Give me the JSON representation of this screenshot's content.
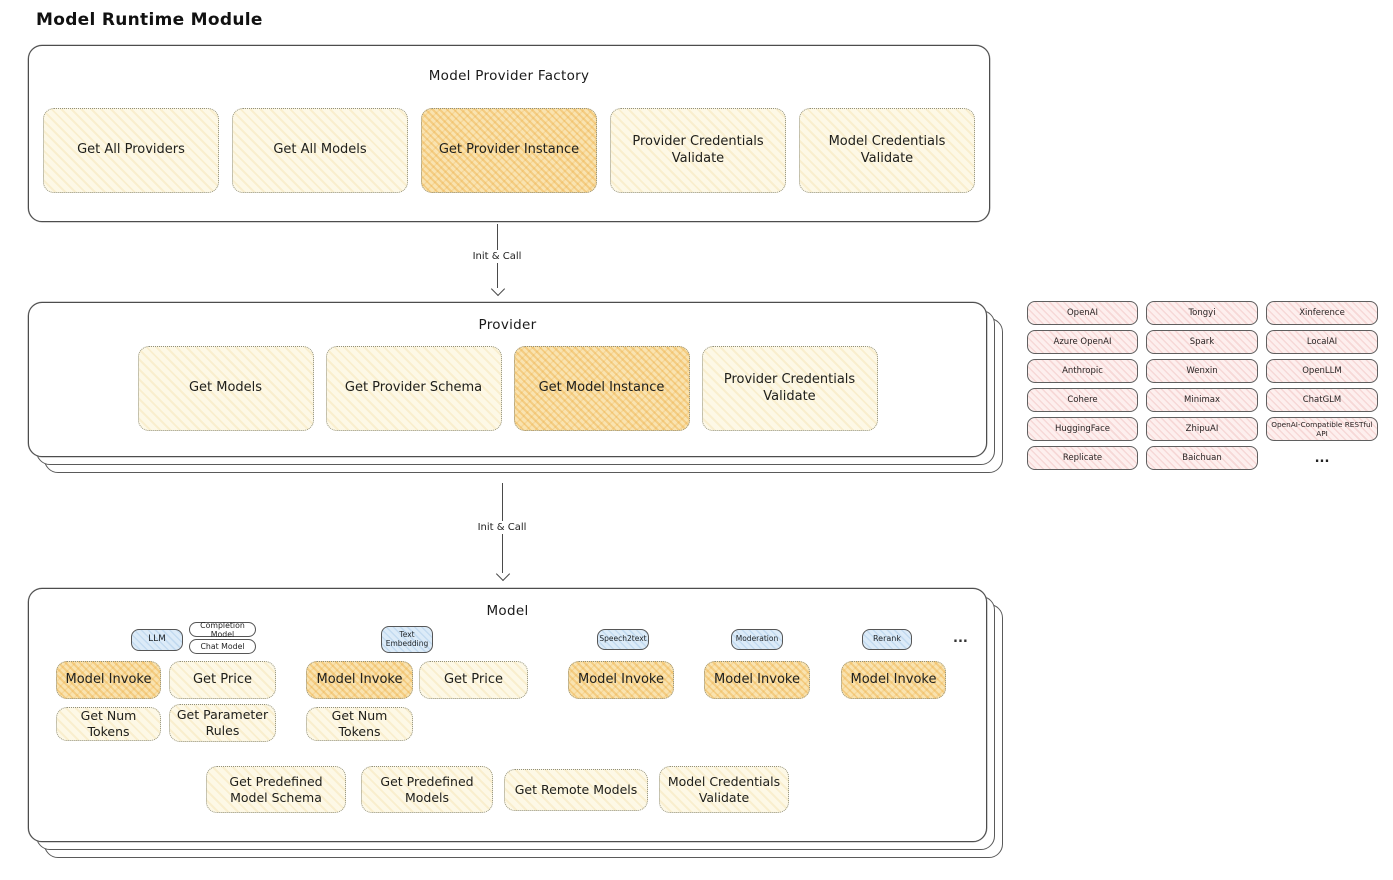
{
  "title": "Model Runtime Module",
  "arrows": {
    "init_call_1": "Init & Call",
    "init_call_2": "Init & Call"
  },
  "factory": {
    "title": "Model Provider Factory",
    "buttons": {
      "get_all_providers": "Get All Providers",
      "get_all_models": "Get All Models",
      "get_provider_instance": "Get Provider Instance",
      "provider_credentials_validate": "Provider Credentials Validate",
      "model_credentials_validate": "Model Credentials Validate"
    }
  },
  "provider": {
    "title": "Provider",
    "buttons": {
      "get_models": "Get Models",
      "get_provider_schema": "Get Provider Schema",
      "get_model_instance": "Get Model Instance",
      "provider_credentials_validate": "Provider Credentials Validate"
    }
  },
  "provider_list": [
    "OpenAI",
    "Tongyi",
    "Xinference",
    "Azure OpenAI",
    "Spark",
    "LocalAI",
    "Anthropic",
    "Wenxin",
    "OpenLLM",
    "Cohere",
    "Minimax",
    "ChatGLM",
    "HuggingFace",
    "ZhipuAI",
    "OpenAI-Compatible RESTful API",
    "Replicate",
    "Baichuan",
    "..."
  ],
  "model": {
    "title": "Model",
    "tabs": {
      "llm": "LLM",
      "completion_model": "Completion Model",
      "chat_model": "Chat Model",
      "text_embedding": "Text Embedding",
      "speech2text": "Speech2text",
      "moderation": "Moderation",
      "rerank": "Rerank",
      "more": "..."
    },
    "buttons": {
      "llm_model_invoke": "Model Invoke",
      "llm_get_price": "Get Price",
      "llm_get_num_tokens": "Get Num Tokens",
      "llm_get_parameter_rules": "Get Parameter Rules",
      "te_model_invoke": "Model Invoke",
      "te_get_price": "Get Price",
      "te_get_num_tokens": "Get Num Tokens",
      "s2t_model_invoke": "Model Invoke",
      "moderation_model_invoke": "Model Invoke",
      "rerank_model_invoke": "Model Invoke",
      "get_predefined_model_schema": "Get Predefined Model Schema",
      "get_predefined_models": "Get Predefined Models",
      "get_remote_models": "Get Remote Models",
      "model_credentials_validate": "Model Credentials Validate"
    }
  },
  "colors": {
    "node_fill": "#fdf8e6",
    "node_highlight_fill": "#f9e3b0",
    "provider_pill_fill": "#fdefee",
    "tab_fill": "#dcebf8",
    "stroke": "#4a4a4a"
  }
}
